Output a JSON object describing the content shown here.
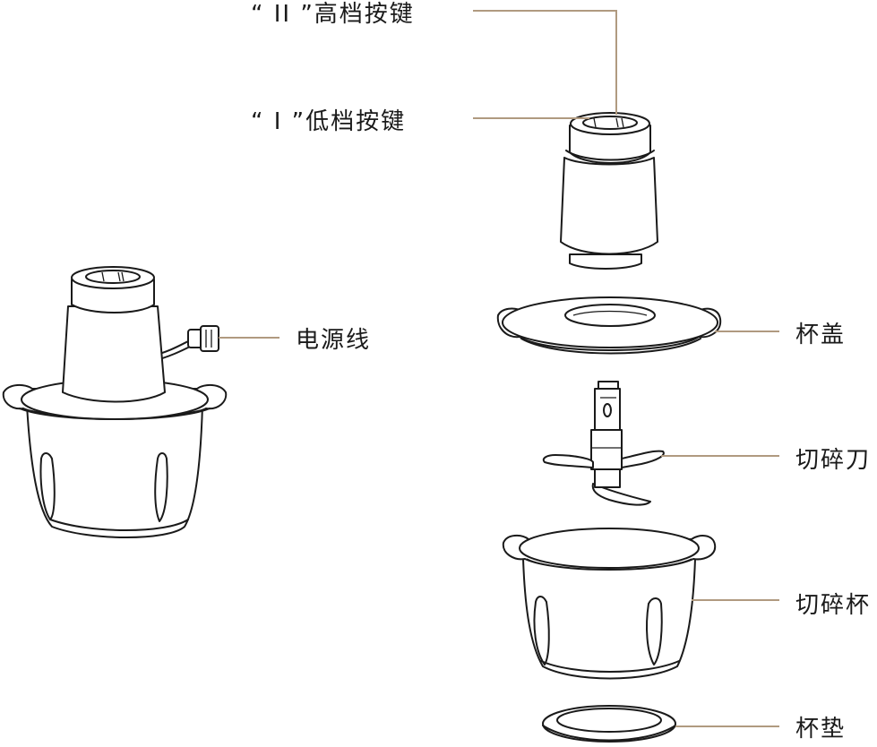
{
  "labels": {
    "high_button": "“ II ”高档按键",
    "low_button": "“ I ”低档按键",
    "power_cord": "电源线",
    "lid": "杯盖",
    "blade": "切碎刀",
    "bowl": "切碎杯",
    "pad": "杯垫"
  },
  "colors": {
    "leader_line": "#b09a80",
    "outline": "#1a1a1a",
    "background": "#ffffff"
  }
}
